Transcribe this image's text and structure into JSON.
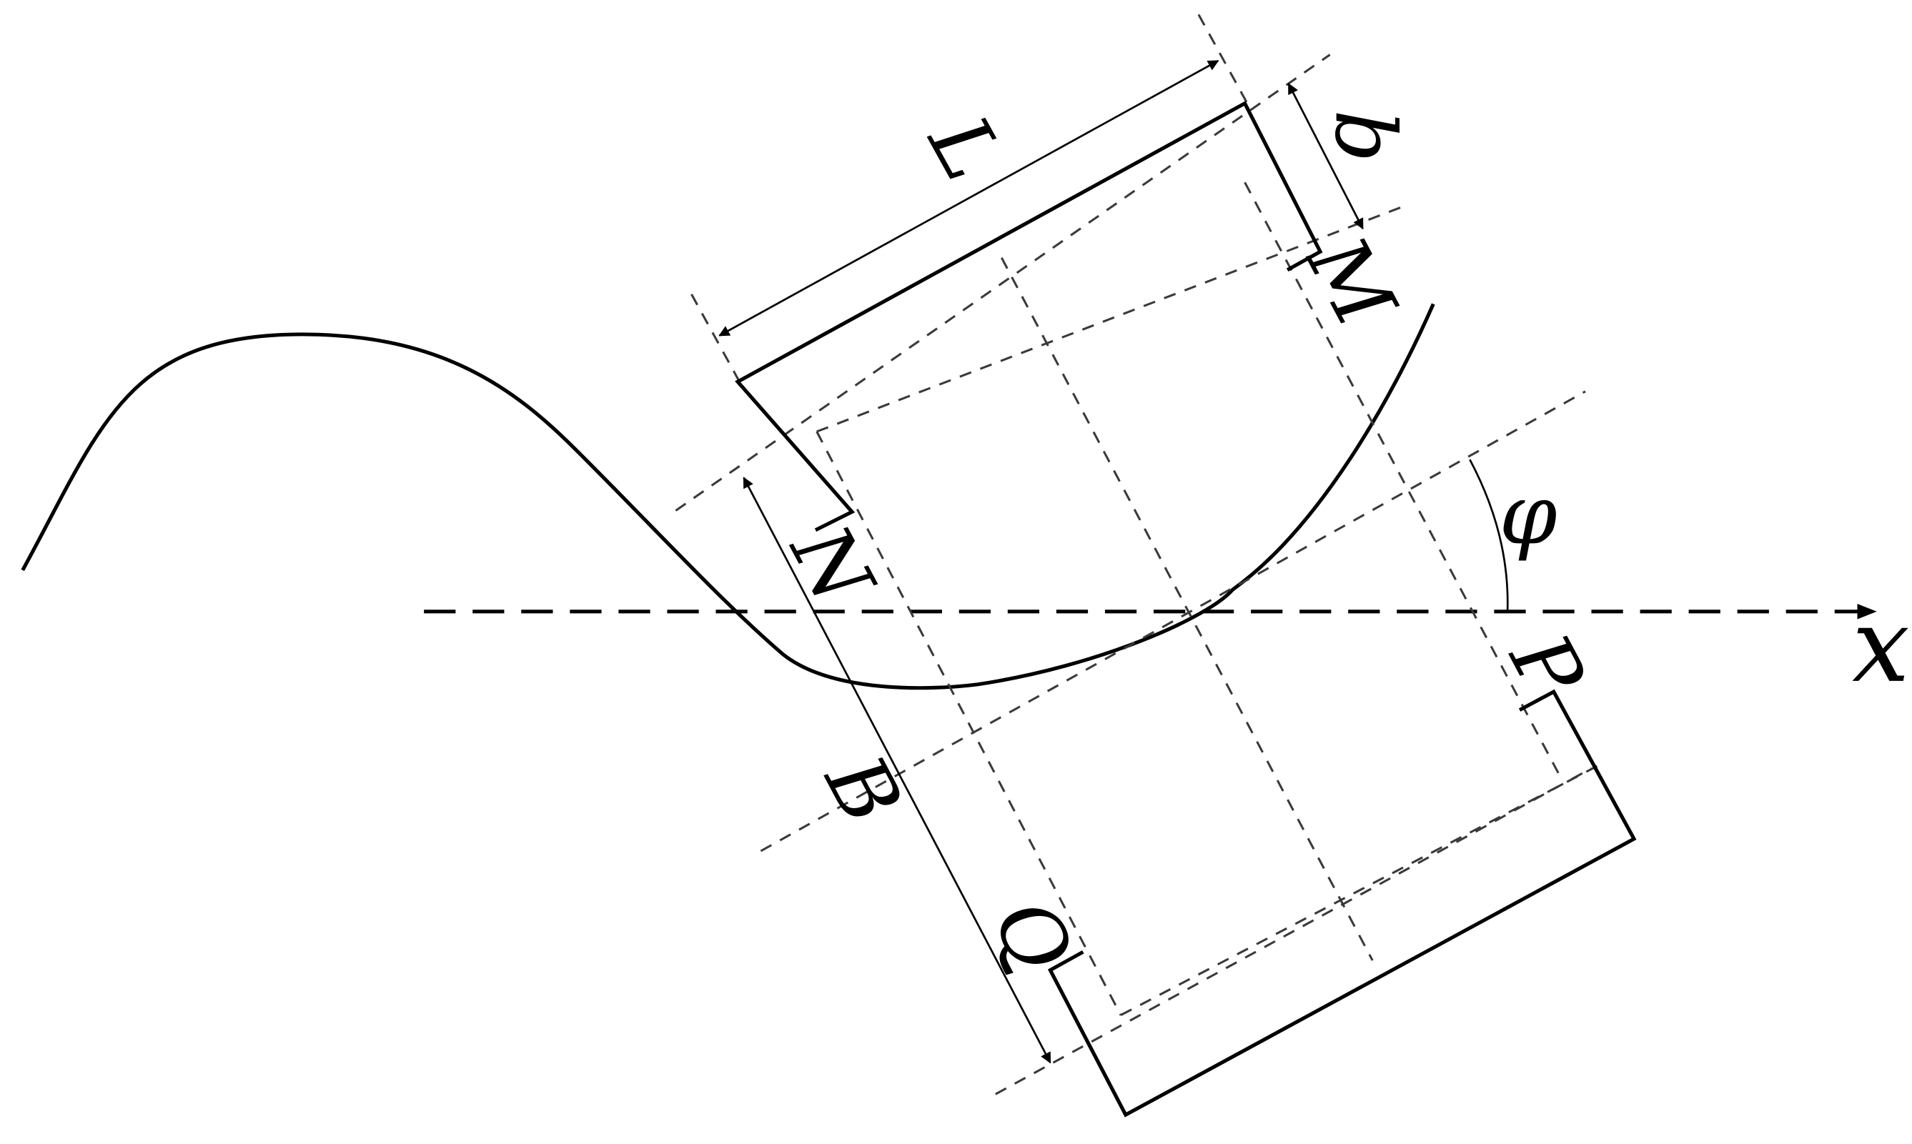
{
  "labels": {
    "L": "L",
    "b": "b",
    "M": "M",
    "N": "N",
    "phi": "φ",
    "x": "x",
    "P": "P",
    "B": "B",
    "Q": "Q"
  },
  "colors": {
    "stroke": "#000000",
    "background": "#ffffff"
  }
}
